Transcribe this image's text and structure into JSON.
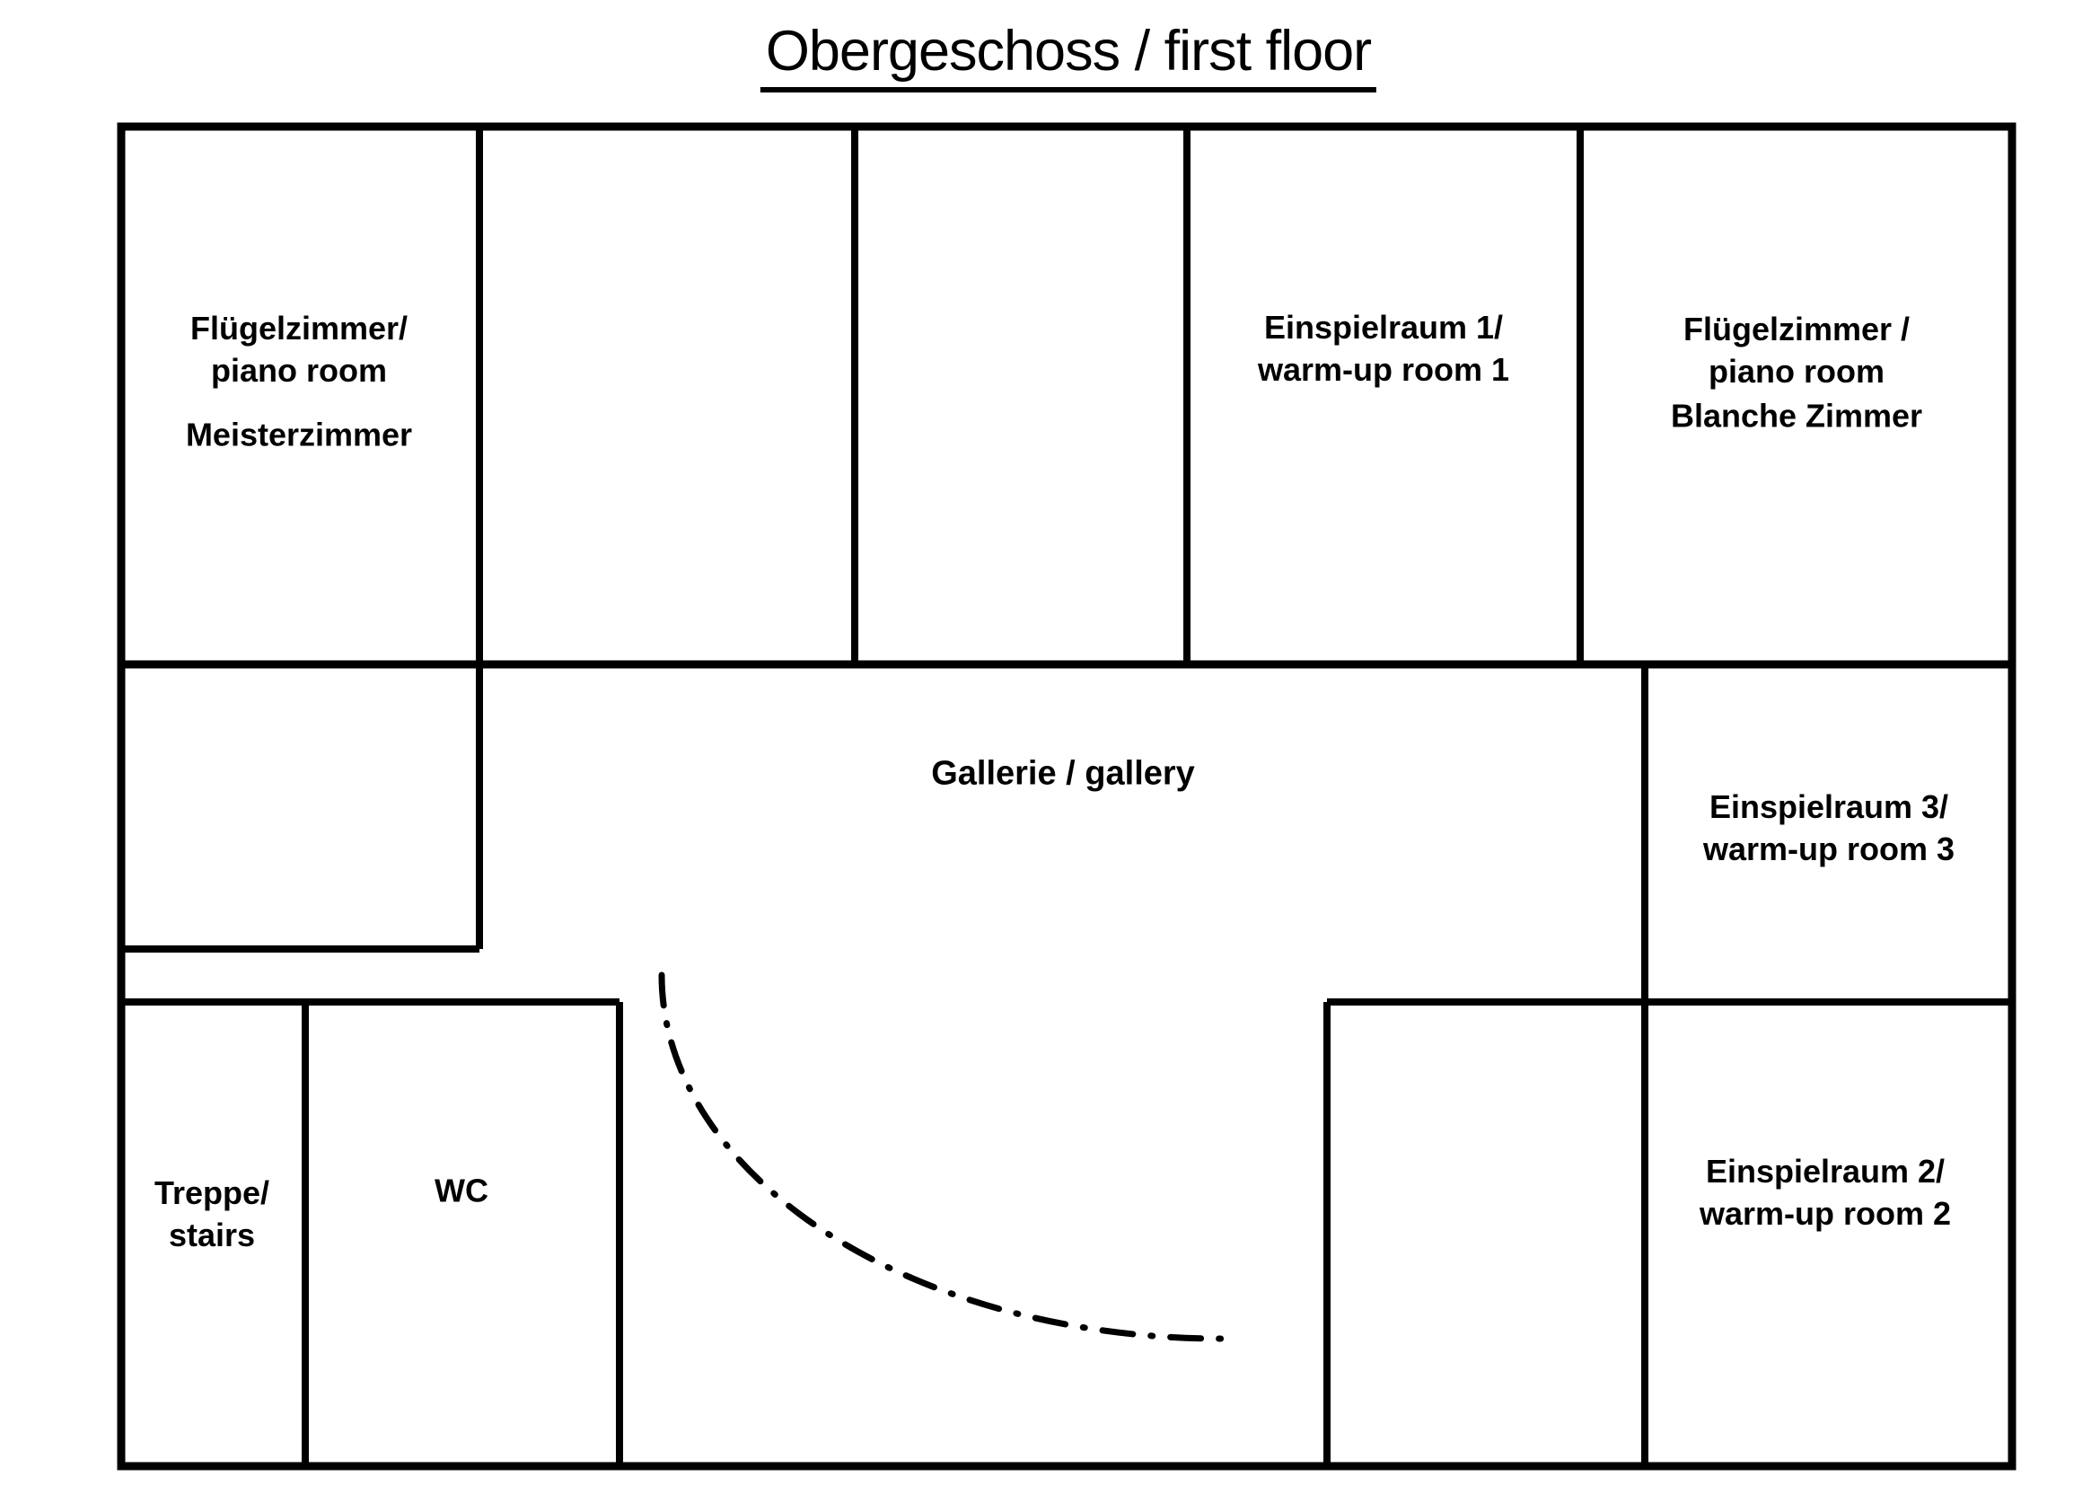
{
  "title": "Obergeschoss / first floor",
  "rooms": {
    "piano_room_1": {
      "label": "Flügelzimmer/\npiano room",
      "sublabel": "Meisterzimmer"
    },
    "warmup_room_1": {
      "label": "Einspielraum 1/\nwarm-up room 1"
    },
    "piano_room_2": {
      "label": "Flügelzimmer / piano room",
      "sublabel": "Blanche Zimmer"
    },
    "gallery": {
      "label": "Gallerie / gallery"
    },
    "warmup_room_3": {
      "label": "Einspielraum 3/\nwarm-up room 3"
    },
    "stairs": {
      "label": "Treppe/\nstairs"
    },
    "wc": {
      "label": "WC"
    },
    "warmup_room_2": {
      "label": "Einspielraum 2/\nwarm-up room 2"
    }
  },
  "colors": {
    "wall": "#000000",
    "background": "#ffffff",
    "text": "#000000"
  }
}
